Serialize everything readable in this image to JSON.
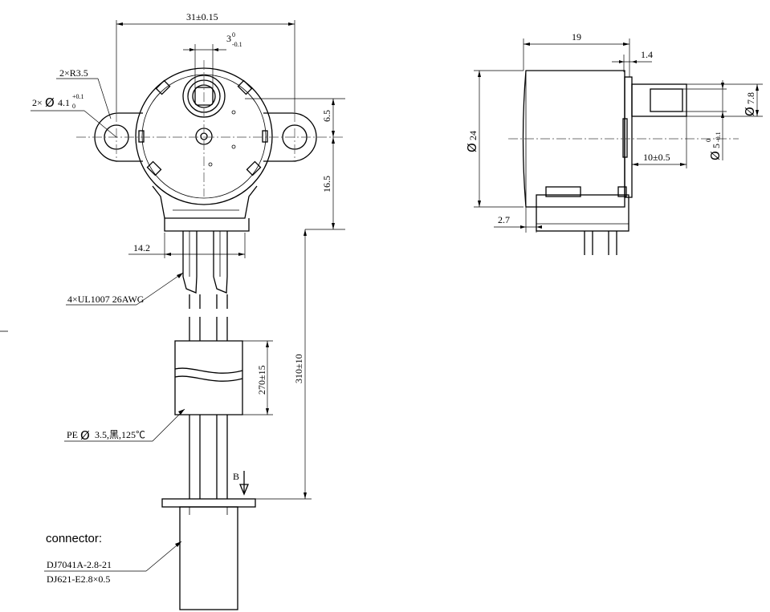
{
  "dimensions": {
    "width_total": "31±0.15",
    "width_tab": "3",
    "tab_tol_up": "0",
    "tab_tol_low": "-0.1",
    "ear_radius": "2×R3.5",
    "hole_prefix": "2×",
    "hole_value": "4.1",
    "hole_tol_up": "+0.1",
    "hole_tol_low": "0",
    "offset_upper": "6.5",
    "offset_lower": "16.5",
    "housing_width": "14.2",
    "wire_spec": "4×UL1007 26AWG",
    "sleeve_length": "270±15",
    "total_length": "310±10",
    "pe_prefix": "PE",
    "pe_spec": "3.5,黑,125℃",
    "view_label": "B",
    "connector_part1": "DJ7041A-2.8-21",
    "connector_part2": "DJ621-E2.8×0.5",
    "side_length": "19",
    "side_flange": "1.4",
    "side_diameter": "24",
    "shaft_diameter": "7.8",
    "shaft_flat_value": "5",
    "shaft_flat_tol_up": "0",
    "shaft_flat_tol_low": "-0.1",
    "shaft_length": "10±0.5",
    "side_offset": "2.7"
  },
  "connector_caption": "connector:",
  "symbols": {
    "diameter": "Ø"
  }
}
